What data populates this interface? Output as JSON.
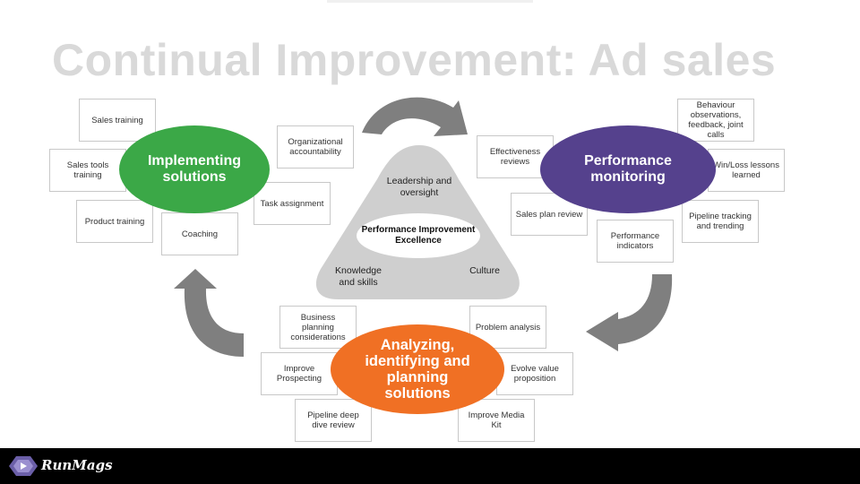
{
  "title": "Continual Improvement: Ad sales",
  "hubs": {
    "implementing": "Implementing solutions",
    "monitoring": "Performance monitoring",
    "analyzing": "Analyzing, identifying and planning solutions"
  },
  "triangle": {
    "top": "Leadership and oversight",
    "left": "Knowledge and skills",
    "right": "Culture",
    "center": "Performance Improvement Excellence"
  },
  "implementing_boxes": [
    "Sales training",
    "Sales tools training",
    "Product training",
    "Coaching",
    "Organizational accountability",
    "Task assignment"
  ],
  "monitoring_boxes": [
    "Effectiveness reviews",
    "Sales plan review",
    "Performance indicators",
    "Behaviour observations, feedback, joint calls",
    "Win/Loss lessons learned",
    "Pipeline tracking and trending"
  ],
  "analyzing_boxes": [
    "Business planning considerations",
    "Improve Prospecting",
    "Pipeline deep dive review",
    "Problem analysis",
    "Evolve value proposition",
    "Improve Media Kit"
  ],
  "brand": {
    "name": "RunMags"
  },
  "colors": {
    "green": "#3ba847",
    "purple": "#55418d",
    "orange": "#f07024",
    "arrow": "#7f7f7f",
    "triangle": "#cfcfcf"
  }
}
